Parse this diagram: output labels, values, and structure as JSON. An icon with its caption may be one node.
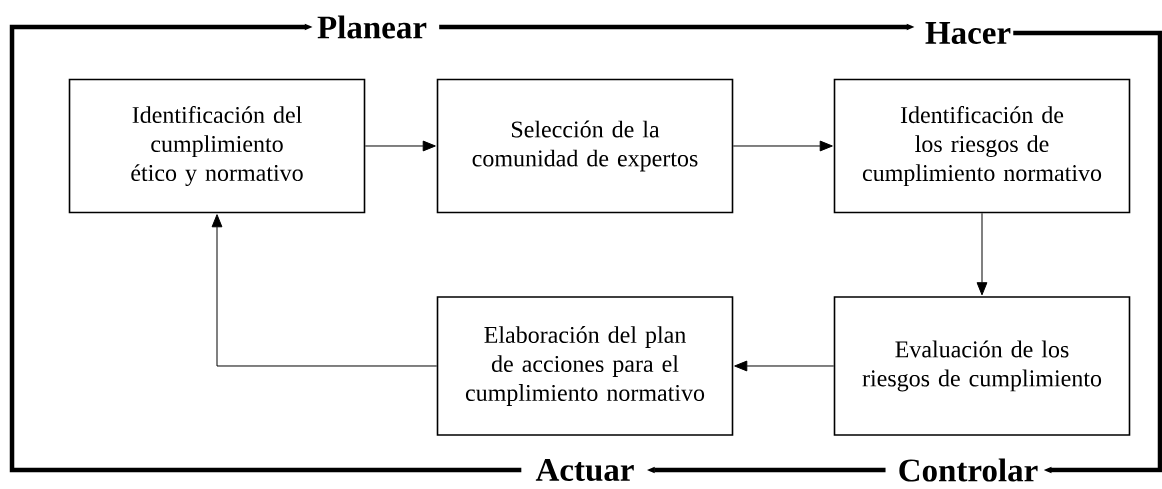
{
  "diagram": {
    "nodes": [
      {
        "text": [
          "Planear"
        ]
      },
      {
        "text": [
          "Hacer"
        ]
      },
      {
        "text": [
          "Controlar"
        ]
      },
      {
        "text": [
          "Actuar"
        ]
      },
      {
        "text": [
          "Identificación del cumplimiento ético y normativo"
        ]
      },
      {
        "text": [
          "Selección de la comunidad de expertos"
        ]
      },
      {
        "text": [
          "Identificación de los riesgos de cumplimiento normativo"
        ]
      },
      {
        "text": [
          "Elaboración del plan de acciones para el cumplimiento normativo"
        ]
      },
      {
        "text": [
          "Evaluación de los riesgos de cumplimiento"
        ]
      }
    ],
    "edges": [
      {
        "from": 0,
        "to": 1,
        "arrow": "to",
        "style": "thick"
      },
      {
        "from": 1,
        "to": 2,
        "arrow": "to",
        "style": "thick"
      },
      {
        "from": 2,
        "to": 3,
        "arrow": "to",
        "style": "thick"
      },
      {
        "from": 3,
        "to": 0,
        "arrow": "to",
        "style": "thick"
      },
      {
        "from": 4,
        "to": 5,
        "arrow": "to"
      },
      {
        "from": 5,
        "to": 6,
        "arrow": "to"
      },
      {
        "from": 6,
        "to": 8,
        "arrow": "to"
      },
      {
        "from": 8,
        "to": 7,
        "arrow": "to"
      },
      {
        "from": 7,
        "to": 4,
        "arrow": "to"
      }
    ]
  }
}
